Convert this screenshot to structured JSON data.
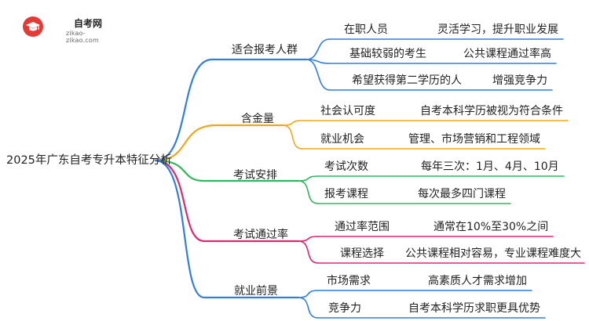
{
  "logo": {
    "title": "自考网",
    "subtitle": "zikao-zikao.com",
    "icon": "graduation-cap-icon"
  },
  "root": "2025年广东自考专升本特征分析",
  "branches": [
    {
      "id": "b0",
      "label": "适合报考人群",
      "color": "#2f7fe0",
      "items": [
        {
          "key": "在职人员",
          "value": "灵活学习，提升职业发展"
        },
        {
          "key": "基础较弱的考生",
          "value": "公共课程通过率高"
        },
        {
          "key": "希望获得第二学历的人",
          "value": "增强竞争力"
        }
      ]
    },
    {
      "id": "b1",
      "label": "含金量",
      "color": "#f1a61a",
      "items": [
        {
          "key": "社会认可度",
          "value": "自考本科学历被视为符合条件"
        },
        {
          "key": "就业机会",
          "value": "管理、市场营销和工程领域"
        }
      ]
    },
    {
      "id": "b2",
      "label": "考试安排",
      "color": "#2fb85a",
      "items": [
        {
          "key": "考试次数",
          "value": "每年三次：1月、4月、10月"
        },
        {
          "key": "报考课程",
          "value": "每次最多四门课程"
        }
      ]
    },
    {
      "id": "b3",
      "label": "考试通过率",
      "color": "#e1266f",
      "items": [
        {
          "key": "通过率范围",
          "value": "通常在10%至30%之间"
        },
        {
          "key": "课程选择",
          "value": "公共课程相对容易，专业课程难度大"
        }
      ]
    },
    {
      "id": "b4",
      "label": "就业前景",
      "color": "#2f7fe0",
      "items": [
        {
          "key": "市场需求",
          "value": "高素质人才需求增加"
        },
        {
          "key": "竞争力",
          "value": "自考本科学历求职更具优势"
        }
      ]
    }
  ]
}
